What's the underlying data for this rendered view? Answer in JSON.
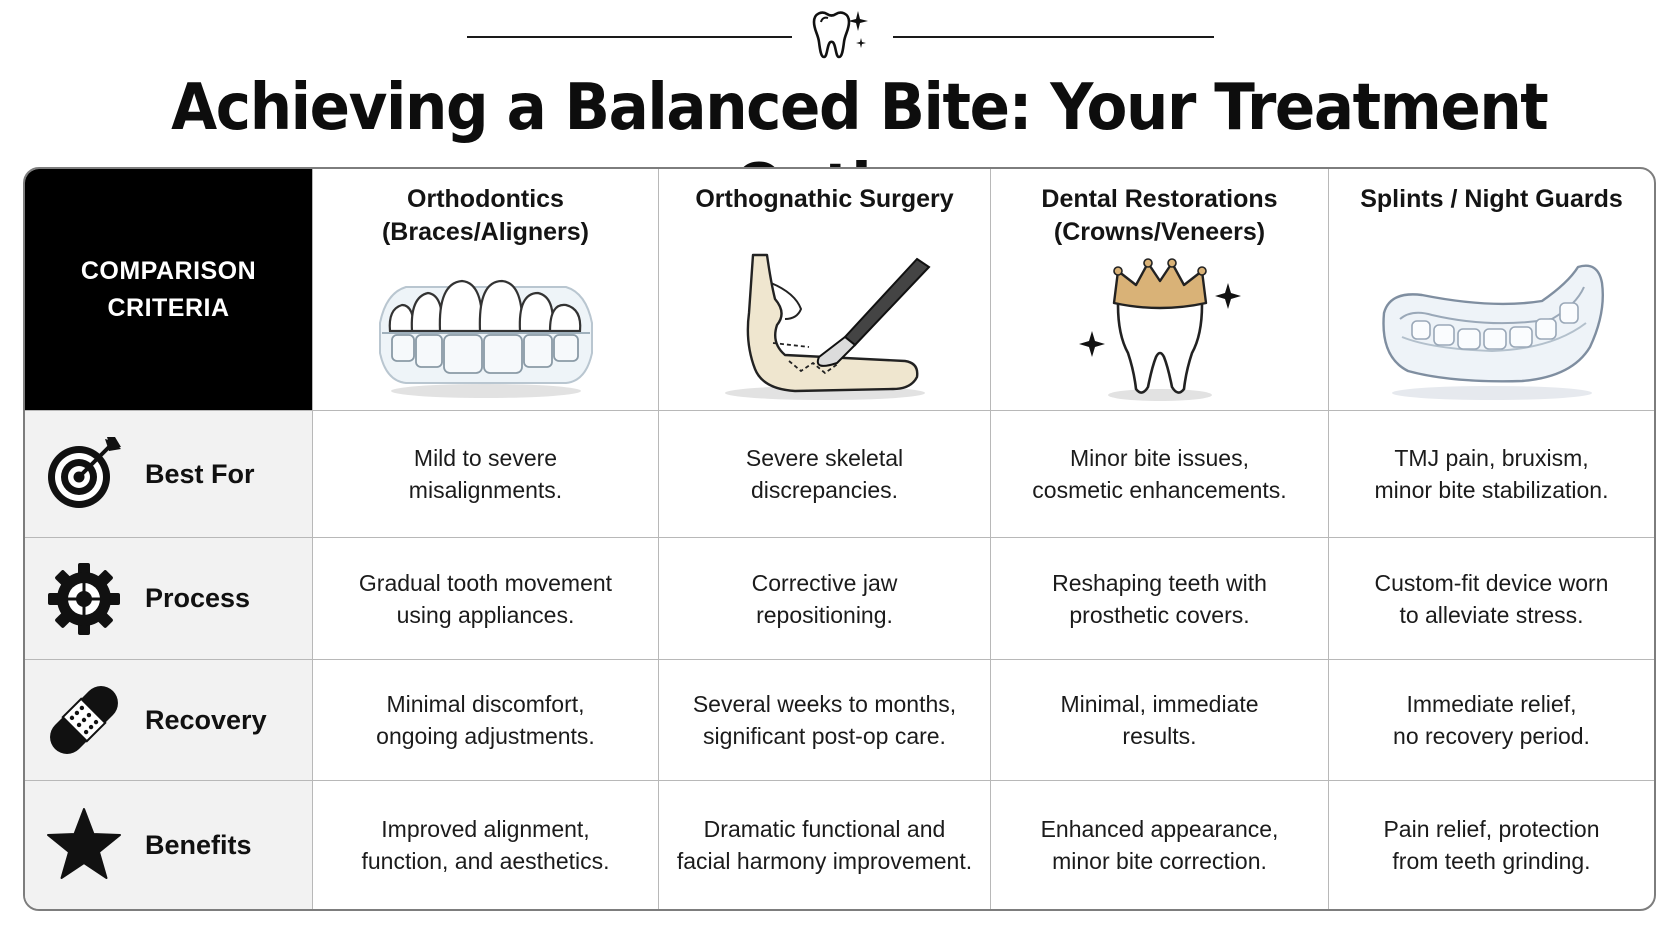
{
  "header": {
    "title": "Achieving a Balanced Bite: Your Treatment Options",
    "logo_icon": "tooth-sparkle-icon"
  },
  "table": {
    "corner_label": "COMPARISON\nCRITERIA",
    "columns": [
      {
        "title": "Orthodontics\n(Braces/Aligners)",
        "icon": "aligner-teeth-icon"
      },
      {
        "title": "Orthognathic Surgery",
        "icon": "jaw-scalpel-icon"
      },
      {
        "title": "Dental Restorations\n(Crowns/Veneers)",
        "icon": "crowned-tooth-icon"
      },
      {
        "title": "Splints / Night Guards",
        "icon": "night-guard-icon"
      }
    ],
    "rows": [
      {
        "label": "Best For",
        "icon": "target-icon",
        "values": [
          "Mild to severe\nmisalignments.",
          "Severe skeletal\ndiscrepancies.",
          "Minor bite issues,\ncosmetic enhancements.",
          "TMJ pain, bruxism,\nminor bite stabilization."
        ]
      },
      {
        "label": "Process",
        "icon": "gear-icon",
        "values": [
          "Gradual tooth movement\nusing appliances.",
          "Corrective jaw\nrepositioning.",
          "Reshaping teeth with\nprosthetic covers.",
          "Custom-fit device worn\nto alleviate stress."
        ]
      },
      {
        "label": "Recovery",
        "icon": "bandage-icon",
        "values": [
          "Minimal discomfort,\nongoing adjustments.",
          "Several weeks to months,\nsignificant post-op care.",
          "Minimal, immediate\nresults.",
          "Immediate relief,\nno recovery period."
        ]
      },
      {
        "label": "Benefits",
        "icon": "star-icon",
        "values": [
          "Improved alignment,\nfunction, and aesthetics.",
          "Dramatic functional and\nfacial harmony improvement.",
          "Enhanced appearance,\nminor bite correction.",
          "Pain relief, protection\nfrom teeth grinding."
        ]
      }
    ]
  },
  "colors": {
    "corner_bg": "#000000",
    "criteria_bg": "#f2f2f2",
    "border": "#b8b8b8",
    "crown_gold": "#d9b277",
    "bone": "#efe6cf"
  }
}
